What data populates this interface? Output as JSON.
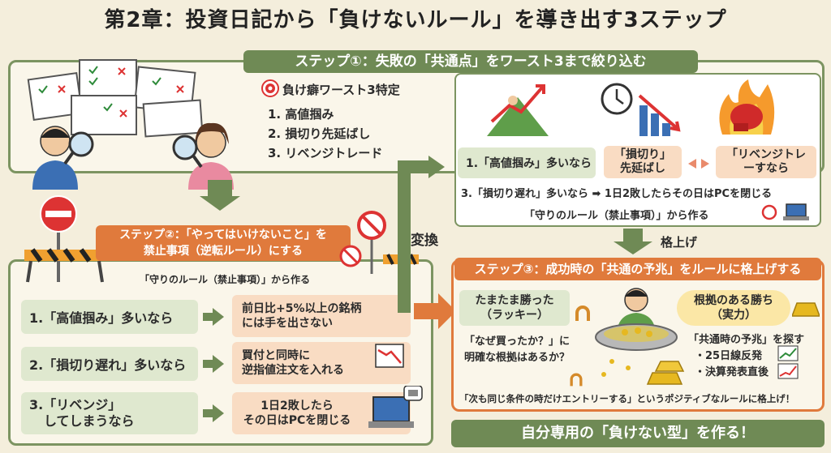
{
  "title": "第2章：投資日記から「負けないルール」を導き出す3ステップ",
  "step1": {
    "banner": "ステップ①：失敗の「共通点」をワースト3まで絞り込む",
    "worst_title": "負け癖ワースト3特定",
    "worst_items": [
      "1. 高値掴み",
      "2. 損切り先延ばし",
      "3. リベンジトレード"
    ],
    "case1": "1.「高値掴み」多いなら",
    "case2": "「損切り」先延ばし",
    "case3": "「リベンジトレーすなら",
    "rule_line": "3.「損切り遅れ」多いなら ➡ 1日2敗したらその日はPCを閉じる",
    "from_rule": "「守りのルール（禁止事項）」から作る"
  },
  "labels": {
    "convert": "変換",
    "upgrade": "格上げ"
  },
  "step2": {
    "banner_line1": "ステップ②：「やってはいけないこと」を",
    "banner_line2": "禁止事項（逆転ルール）にする",
    "subtitle": "「守りのルール（禁止事項）」から作る",
    "rows": [
      {
        "left": "1.「高値掴み」多いなら",
        "right1": "前日比+5%以上の銘柄",
        "right2": "には手を出さない"
      },
      {
        "left": "2.「損切り遅れ」多いなら",
        "right1": "買付と同時に",
        "right2": "逆指値注文を入れる"
      },
      {
        "left1": "3.「リベンジ」",
        "left2": "してしまうなら",
        "right1": "1日2敗したら",
        "right2": "その日はPCを閉じる"
      }
    ]
  },
  "step3": {
    "banner": "ステップ③：成功時の「共通の予兆」をルールに格上げする",
    "lucky1": "たまたま勝った",
    "lucky2": "（ラッキー）",
    "question1": "「なぜ買ったか？」に",
    "question2": "明確な根拠はあるか？",
    "skill1": "根拠のある勝ち",
    "skill2": "（実力）",
    "signs_title": "「共通時の予兆」を探す",
    "signs": [
      "・25日線反発",
      "・決算発表直後"
    ],
    "bottom_note": "「次も同じ条件の時だけエントリーする」というポジティブなルールに格上げ！"
  },
  "final": "自分専用の「負けない型」を作る！",
  "colors": {
    "green": "#6f8a55",
    "orange": "#e07a3c",
    "light_green": "#dfe8cf",
    "light_orange": "#f9dcc3"
  }
}
